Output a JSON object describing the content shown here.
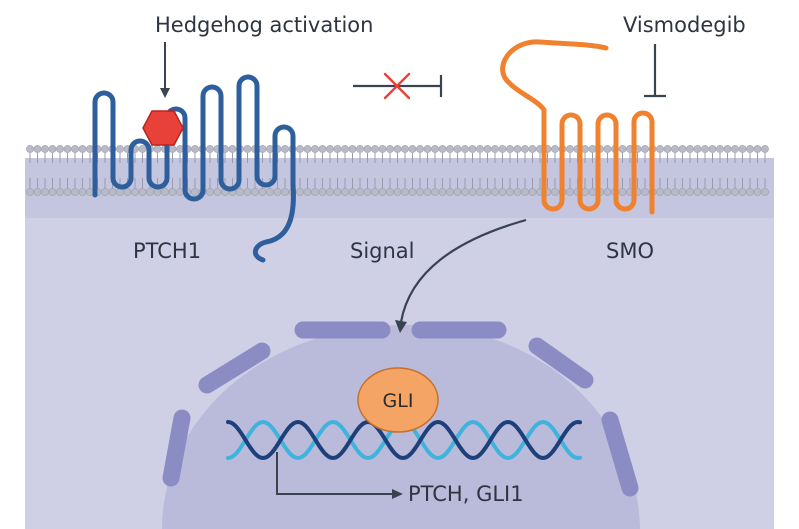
{
  "labels": {
    "hedgehog": "Hedgehog activation",
    "vismodegib": "Vismodegib",
    "ptch1": "PTCH1",
    "smo": "SMO",
    "signal": "Signal",
    "gli": "GLI",
    "target_genes": "PTCH, GLI1"
  },
  "colors": {
    "cytoplasm": "#cfd0e6",
    "cytoplasm_top": "#c4c5df",
    "nucleus": "#babbdb",
    "nuclear_envelope": "#8b8cc4",
    "nuclear_envelope_stroke": "#5f609a",
    "lipid_head": "#b9bac7",
    "lipid_tail": "#9a9bab",
    "ptch1": "#2e5f9c",
    "smo": "#f0812e",
    "hedgehog_ligand": "#e8413a",
    "inhibition_cross": "#e8413a",
    "arrow": "#3a4350",
    "gli_protein": "#f4a464",
    "dna_dark": "#1d3f7a",
    "dna_light": "#3fb3dc"
  },
  "icons": {
    "ligand": "hexagon",
    "blocked_inhibition": "x-cross"
  }
}
